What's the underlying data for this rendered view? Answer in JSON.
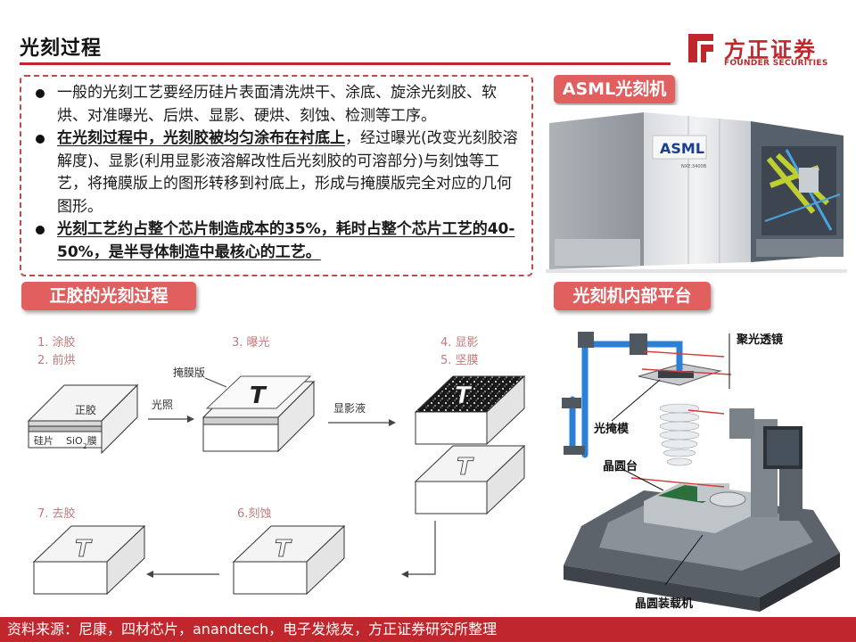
{
  "header": {
    "title": "光刻过程",
    "logo_cn": "方正证券",
    "logo_en": "FOUNDER SECURITIES"
  },
  "bullets": [
    {
      "text": "一般的光刻工艺要经历硅片表面清洗烘干、涂底、旋涂光刻胶、软烘、对准曝光、后烘、显影、硬烘、刻蚀、检测等工序。"
    },
    {
      "bold": "在光刻过程中，光刻胶被均匀涂布在衬底上",
      "rest": "，经过曝光(改变光刻胶溶解度)、显影(利用显影液溶解改性后光刻胶的可溶部分)与刻蚀等工艺，将掩膜版上的图形转移到衬底上，形成与掩膜版完全对应的几何图形。"
    },
    {
      "bold": "光刻工艺约占整个芯片制造成本的35%，耗时占整个芯片工艺的40-50%，是半导体制造中最核心的工艺。"
    }
  ],
  "tags": {
    "asml": "ASML光刻机",
    "positive_process": "正胶的光刻过程",
    "platform": "光刻机内部平台"
  },
  "asml_photo": {
    "brand": "ASML",
    "model": "NXE:3400B"
  },
  "process_diagram": {
    "step1": "1. 涂胶",
    "step2": "2. 前烘",
    "step3": "3. 曝光",
    "step4": "4. 显影",
    "step5": "5. 坚膜",
    "step6": "6.刻蚀",
    "step7": "7. 去胶",
    "photoresist": "正胶",
    "wafer": "硅片",
    "sio2": "SiO",
    "sio2_sub": "2",
    "sio2_suffix": "膜",
    "mask": "掩膜版",
    "light": "光照",
    "developer": "显影液",
    "letter": "T"
  },
  "platform_diagram": {
    "lens": "聚光透镜",
    "mask": "光掩模",
    "stage": "晶圆台",
    "loader": "晶圆装载机"
  },
  "footer": {
    "source": "资料来源：尼康，四材芯片，anandtech，电子发烧友，方正证券研究所整理"
  },
  "colors": {
    "brand_red": "#c0272d",
    "tag_red": "#e25f5f"
  }
}
